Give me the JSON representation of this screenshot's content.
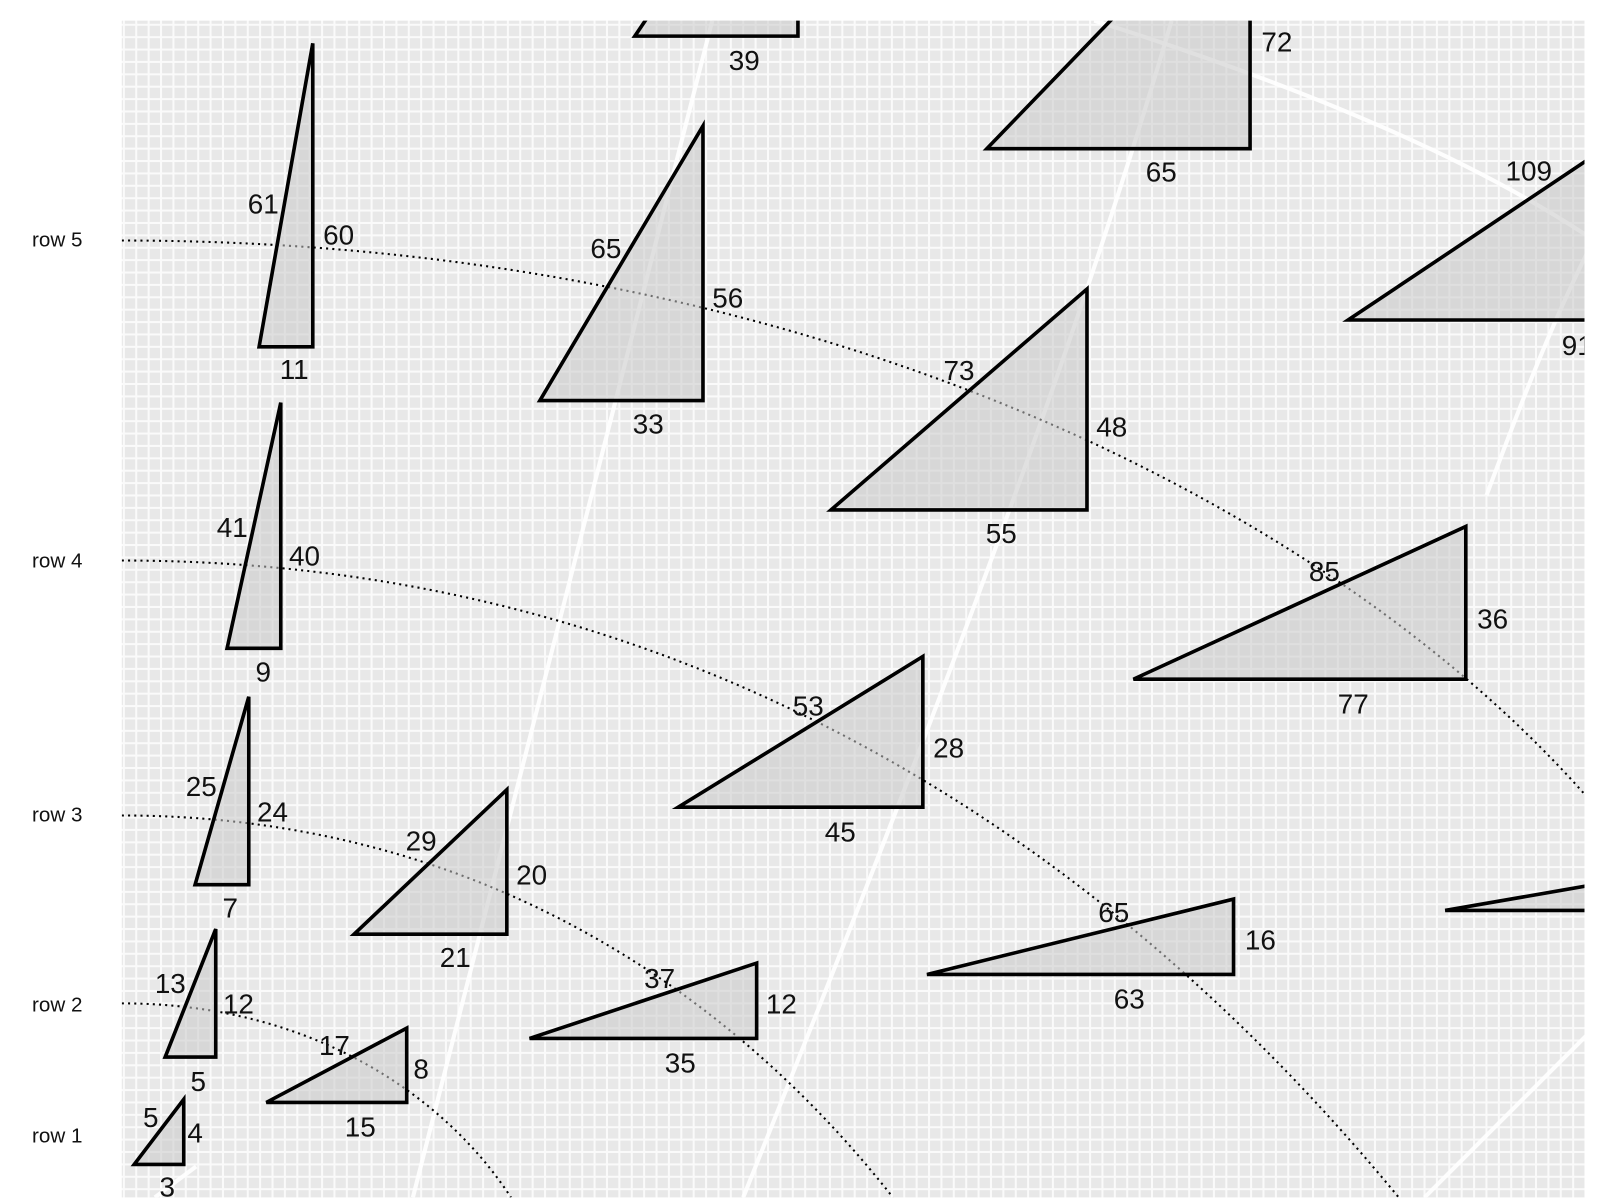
{
  "row_labels": [
    "row 1",
    "row 2",
    "row 3",
    "row 4",
    "row 5"
  ],
  "triangles": [
    {
      "sides": [
        "3",
        "4",
        "5"
      ]
    },
    {
      "sides": [
        "5",
        "12",
        "13"
      ]
    },
    {
      "sides": [
        "15",
        "8",
        "17"
      ]
    },
    {
      "sides": [
        "7",
        "24",
        "25"
      ]
    },
    {
      "sides": [
        "21",
        "20",
        "29"
      ]
    },
    {
      "sides": [
        "35",
        "12",
        "37"
      ]
    },
    {
      "sides": [
        "9",
        "40",
        "41"
      ]
    },
    {
      "sides": [
        "45",
        "28",
        "53"
      ]
    },
    {
      "sides": [
        "63",
        "16",
        "65"
      ]
    },
    {
      "sides": [
        "11",
        "60",
        "61"
      ]
    },
    {
      "sides": [
        "33",
        "56",
        "65"
      ]
    },
    {
      "sides": [
        "55",
        "48",
        "73"
      ]
    },
    {
      "sides": [
        "77",
        "36",
        "85"
      ]
    },
    {
      "sides": [
        "39",
        "",
        ""
      ]
    },
    {
      "sides": [
        "65",
        "72",
        ""
      ]
    },
    {
      "sides": [
        "91",
        "",
        "109"
      ]
    },
    {
      "sides": [
        "",
        "",
        ""
      ]
    }
  ],
  "colors": {
    "background_grid": "#e9e9e9",
    "triangle_fill": "#d0d0d0",
    "stroke": "#000000"
  }
}
